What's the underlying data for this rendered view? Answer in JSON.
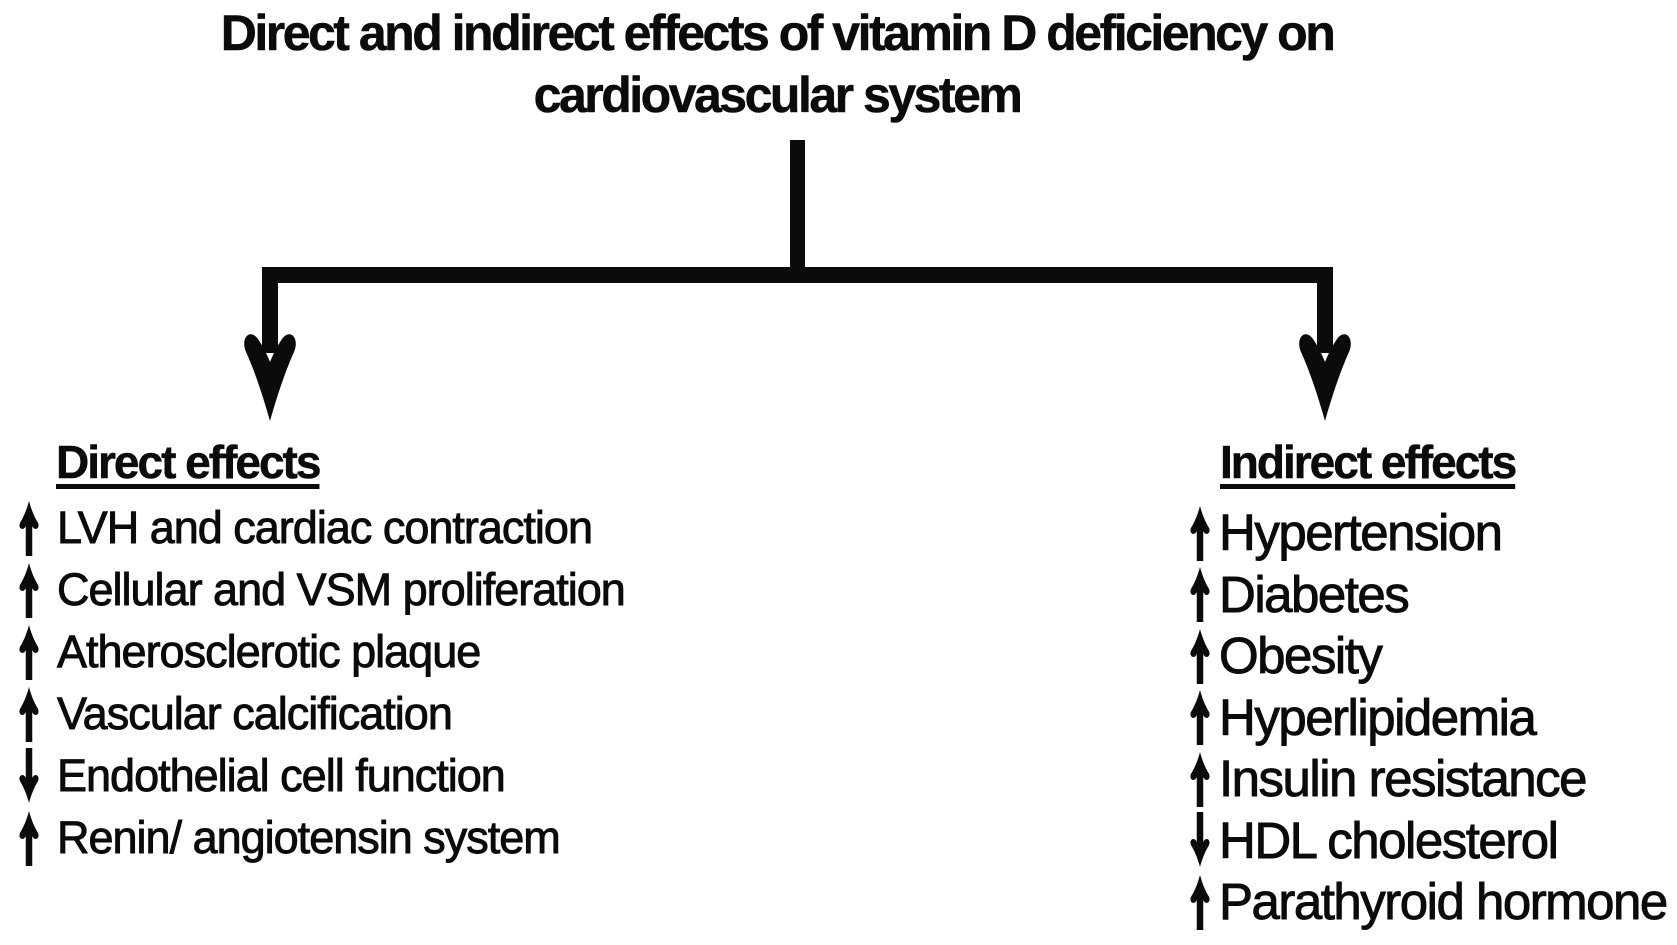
{
  "title": {
    "line1": "Direct and indirect effects of vitamin D deficiency on",
    "line2": "cardiovascular system"
  },
  "colors": {
    "ink": "#0b0b0b",
    "background": "#ffffff"
  },
  "icons": {
    "up_arrow": "up-arrow-icon",
    "down_arrow": "down-arrow-icon",
    "branch": "t-branch-double-down-arrow"
  },
  "columns": [
    {
      "id": "direct",
      "heading": "Direct effects",
      "items": [
        {
          "direction": "up",
          "label": "LVH and cardiac contraction"
        },
        {
          "direction": "up",
          "label": "Cellular and VSM proliferation"
        },
        {
          "direction": "up",
          "label": "Atherosclerotic plaque"
        },
        {
          "direction": "up",
          "label": "Vascular calcification"
        },
        {
          "direction": "down",
          "label": "Endothelial cell function"
        },
        {
          "direction": "up",
          "label": "Renin/ angiotensin system"
        }
      ]
    },
    {
      "id": "indirect",
      "heading": "Indirect effects",
      "items": [
        {
          "direction": "up",
          "label": "Hypertension"
        },
        {
          "direction": "up",
          "label": "Diabetes"
        },
        {
          "direction": "up",
          "label": "Obesity"
        },
        {
          "direction": "up",
          "label": "Hyperlipidemia"
        },
        {
          "direction": "up",
          "label": "Insulin resistance"
        },
        {
          "direction": "down",
          "label": "HDL cholesterol"
        },
        {
          "direction": "up",
          "label": "Parathyroid hormone"
        }
      ]
    }
  ]
}
